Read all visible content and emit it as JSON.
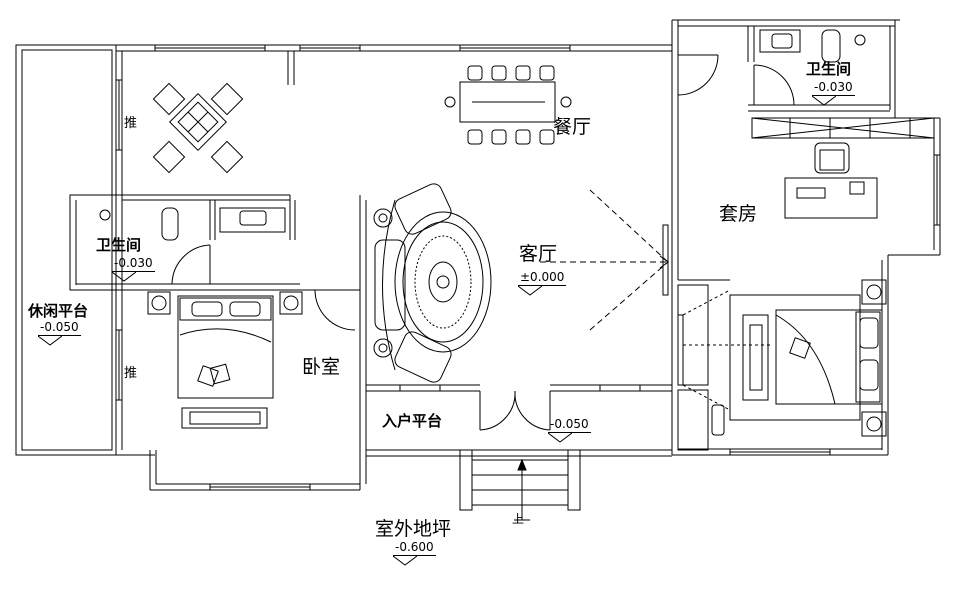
{
  "rooms": {
    "dining": "餐厅",
    "living": "客厅",
    "suite": "套房",
    "bathroom_right": "卫生间",
    "bathroom_left": "卫生间",
    "leisure_platform": "休闲平台",
    "bedroom": "卧室",
    "entry_platform": "入户平台",
    "outdoor_ground": "室外地坪"
  },
  "elevations": {
    "bathroom_right": "-0.030",
    "bathroom_left": "-0.030",
    "living": "±0.000",
    "leisure_platform": "-0.050",
    "entry_platform": "-0.050",
    "outdoor_ground": "-0.600"
  },
  "wall_tags": {
    "tag_top": "推",
    "tag_bottom": "推"
  },
  "stair_mark": "上"
}
